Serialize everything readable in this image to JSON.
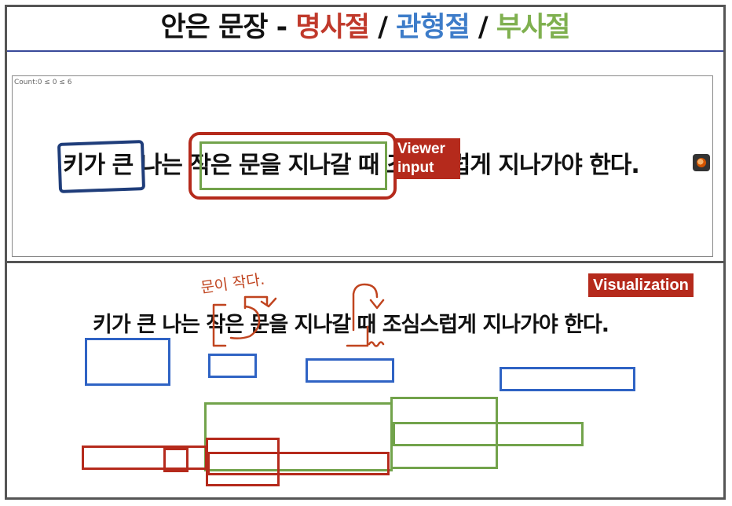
{
  "title": {
    "prefix": "안은 문장 - ",
    "noun_clause": "명사절",
    "sep1": " / ",
    "adjective_clause": "관형절",
    "sep2": " / ",
    "adverb_clause": "부사절"
  },
  "colors": {
    "noun_clause": "#c0392b",
    "adjective_clause": "#3d7cc9",
    "adverb_clause": "#7fb04f",
    "tag_bg": "#b52a1c",
    "rule": "#3a4a9a"
  },
  "viewer": {
    "count_label": "Count:0 ≤ 0 ≤ 6",
    "sentence": "키가 큰 나는 작은 문을 지나갈 때 조심스럽게 지나가야 한다.",
    "input_tag_line1": "Viewer",
    "input_tag_line2": "input",
    "settings_icon": "palette-icon"
  },
  "visualization": {
    "tag": "Visualization",
    "sentence": "키가 큰 나는 작은 문을 지나갈 때 조심스럽게 지나가야 한다.",
    "annotation": "문이 작다."
  }
}
